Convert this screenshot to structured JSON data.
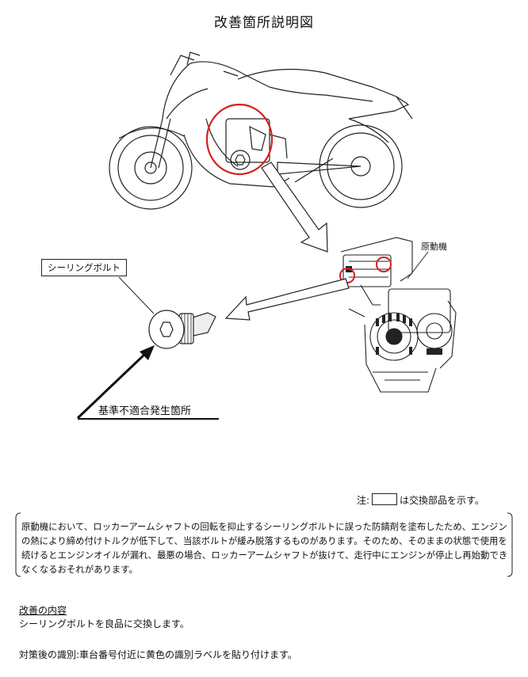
{
  "title": "改善箇所説明図",
  "labels": {
    "sealing_bolt": "シーリングボルト",
    "engine": "原動機",
    "defect_location": "基準不適合発生箇所"
  },
  "note": {
    "prefix": "注:",
    "suffix": "は交換部品を示す。"
  },
  "description": "原動機において、ロッカーアームシャフトの回転を抑止するシーリングボルトに誤った防錆剤を塗布したため、エンジンの熱により締め付けトルクが低下して、当該ボルトが緩み脱落するものがあります。そのため、そのままの状態で使用を続けるとエンジンオイルが漏れ、最悪の場合、ロッカーアームシャフトが抜けて、走行中にエンジンが停止し再始動できなくなるおそれがあります。",
  "improvement": {
    "heading": "改善の内容",
    "body": "シーリングボルトを良品に交換します。"
  },
  "identification": "対策後の識別:車台番号付近に黄色の識別ラベルを貼り付けます。",
  "colors": {
    "highlight": "#d42020",
    "line": "#222222"
  }
}
